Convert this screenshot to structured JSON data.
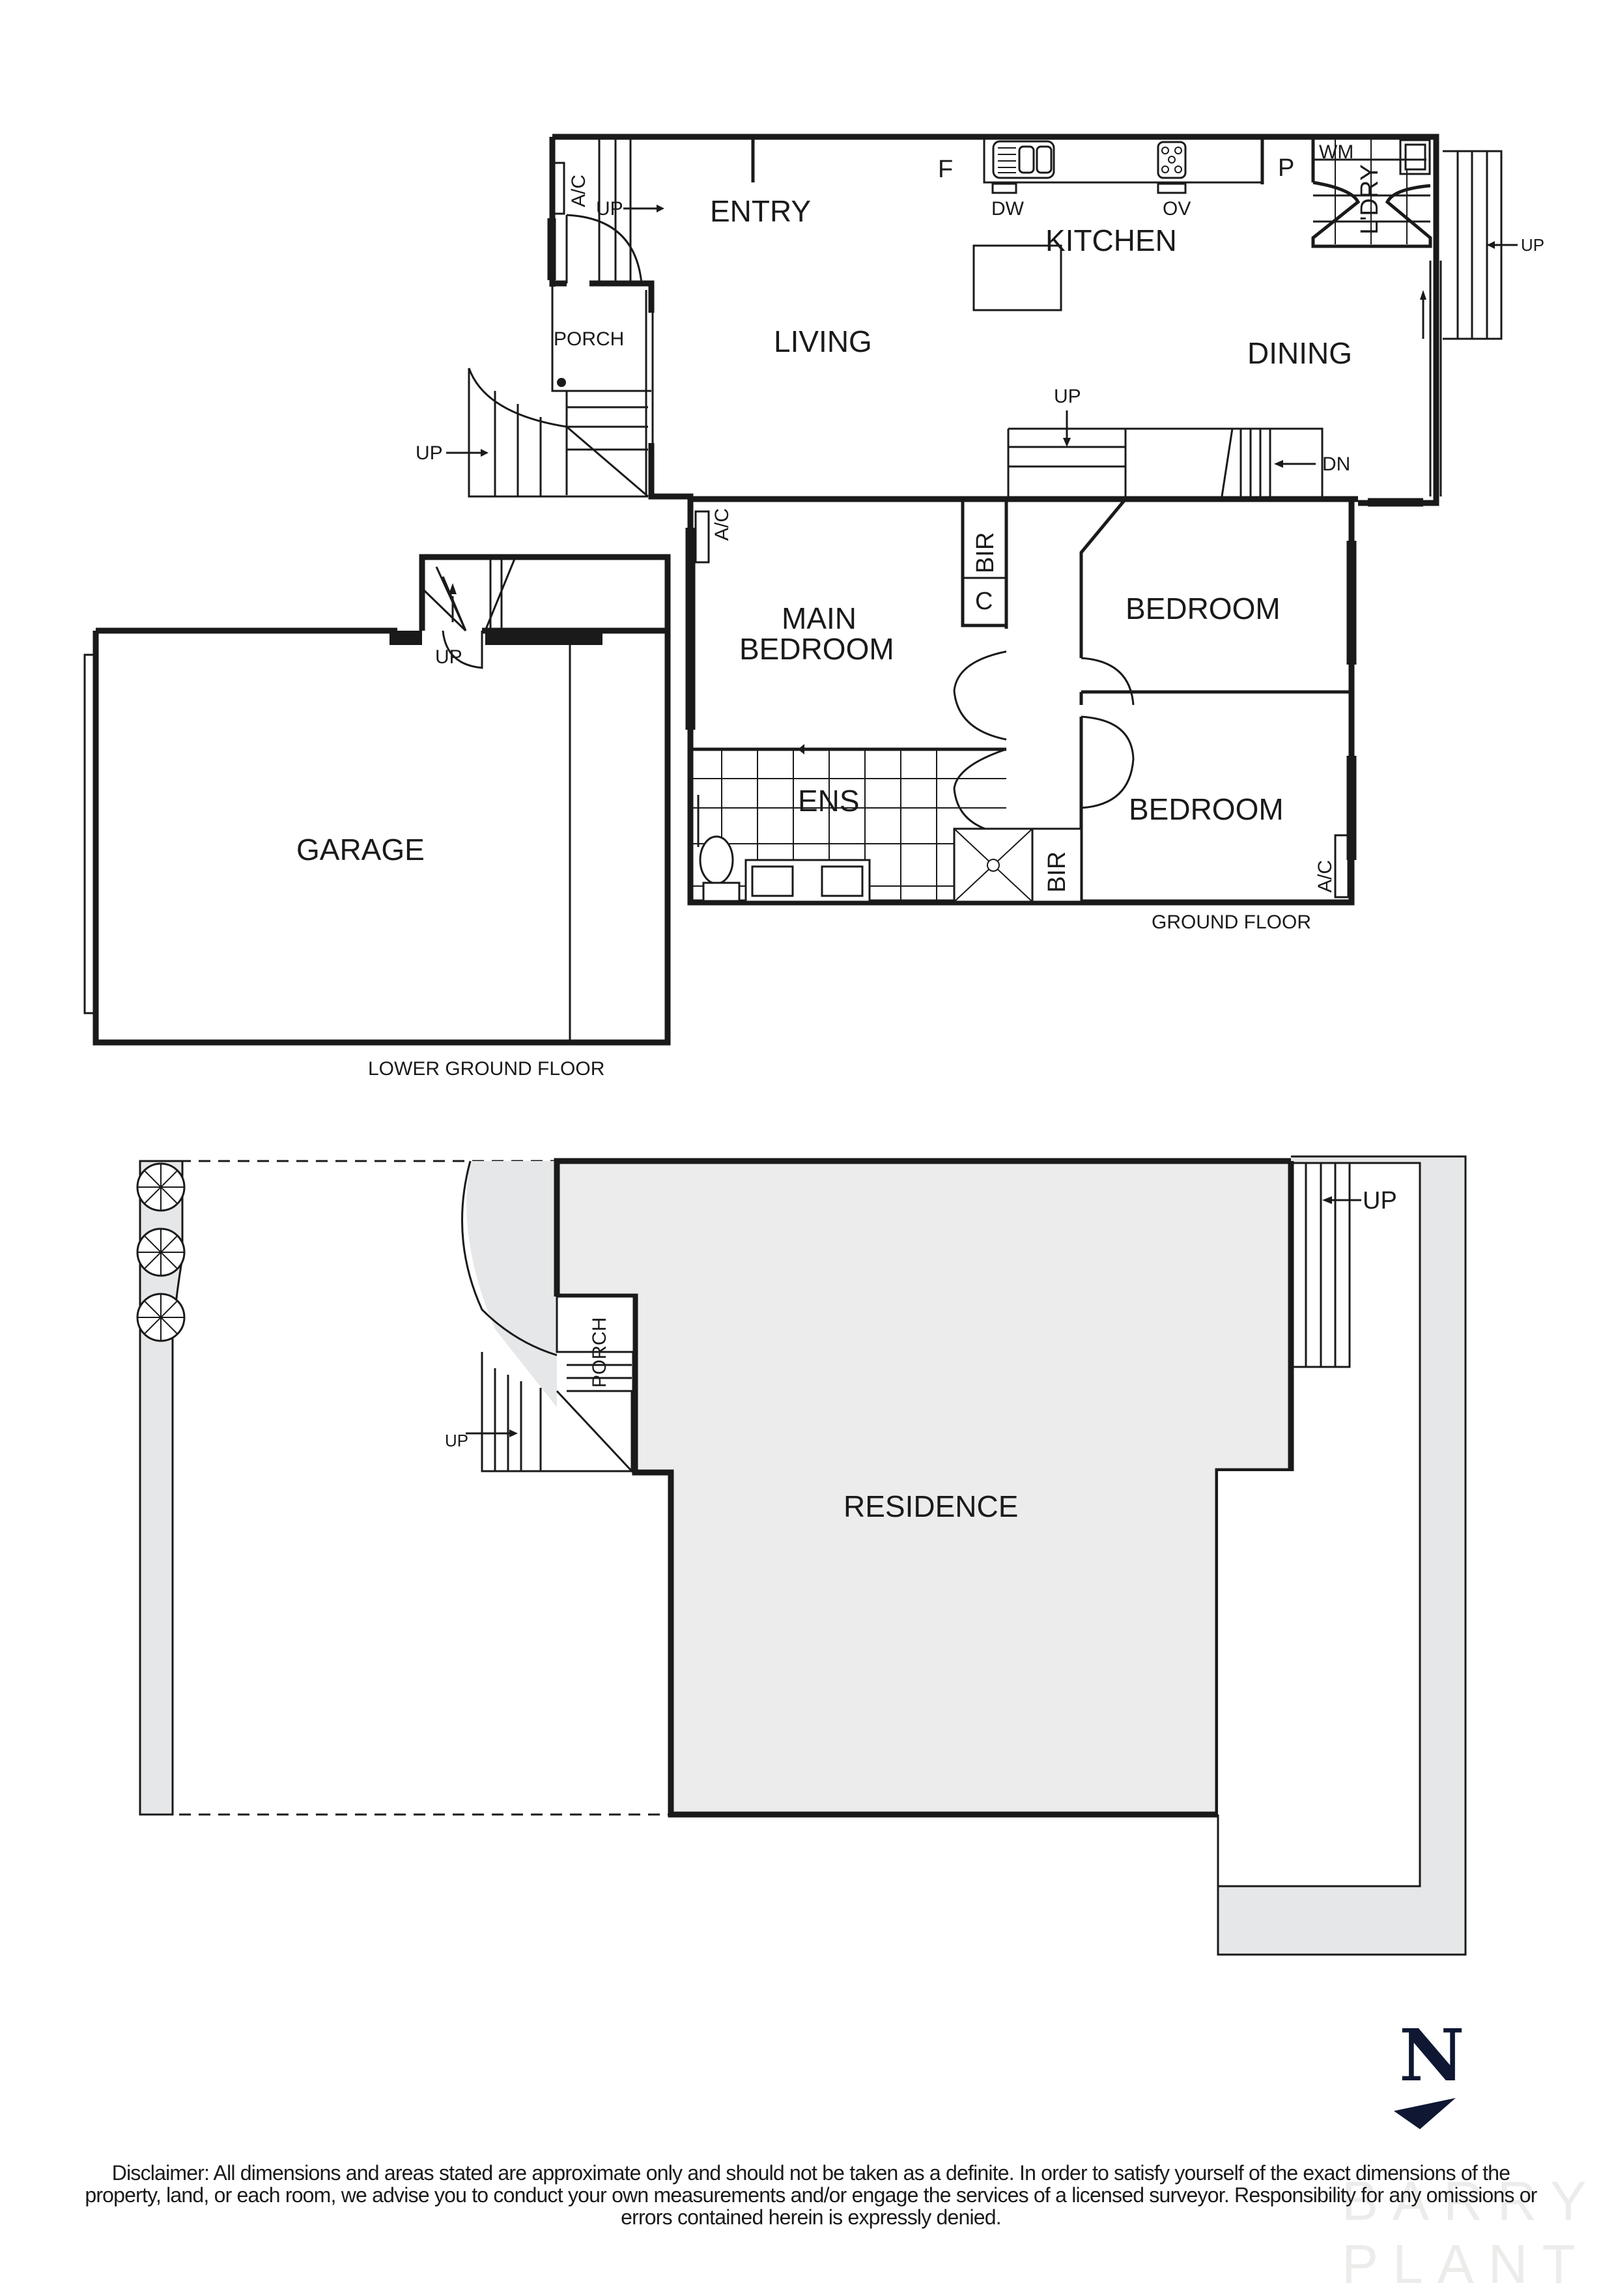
{
  "floors": {
    "ground_floor": {
      "title": "GROUND FLOOR",
      "rooms": {
        "entry": "ENTRY",
        "living": "LIVING",
        "kitchen": "KITCHEN",
        "dining": "DINING",
        "porch": "PORCH",
        "laundry": "L'DRY",
        "main_bedroom_line1": "MAIN",
        "main_bedroom_line2": "BEDROOM",
        "bedroom_1": "BEDROOM",
        "bedroom_2": "BEDROOM",
        "ensuite": "ENS"
      },
      "fixtures": {
        "fridge": "F",
        "dishwasher": "DW",
        "oven": "OV",
        "pantry": "P",
        "washing_machine": "WM",
        "ac_entry": "A/C",
        "ac_main_bedroom": "A/C",
        "ac_bedroom_2": "A/C",
        "bir_main": "BIR",
        "linen_cupboard": "C",
        "bir_bedroom_2": "BIR"
      },
      "stairs": {
        "entry_up": "UP",
        "porch_up": "UP",
        "living_up": "UP",
        "dining_dn": "DN",
        "deck_up": "UP"
      }
    },
    "lower_ground_floor": {
      "title": "LOWER GROUND FLOOR",
      "rooms": {
        "garage": "GARAGE"
      },
      "stairs": {
        "garage_up": "UP"
      }
    },
    "site_plan": {
      "rooms": {
        "residence": "RESIDENCE",
        "porch": "PORCH"
      },
      "stairs": {
        "front_up": "UP",
        "rear_up": "UP"
      }
    }
  },
  "compass": {
    "label": "N",
    "color": "#0f1733"
  },
  "disclaimer": "Disclaimer: All dimensions and areas stated are approximate only and should not be taken as a definite. In order to satisfy yourself of the exact dimensions of the property, land, or each room, we advise you to conduct your own measurements and/or engage the services of a licensed surveyor. Responsibility for any omissions or errors contained herein is expressly denied.",
  "watermark": "BARRY PLANT",
  "colors": {
    "wall": "#1a1a1a",
    "site_fill": "#e6e7e8",
    "residence_fill": "#ececec"
  }
}
